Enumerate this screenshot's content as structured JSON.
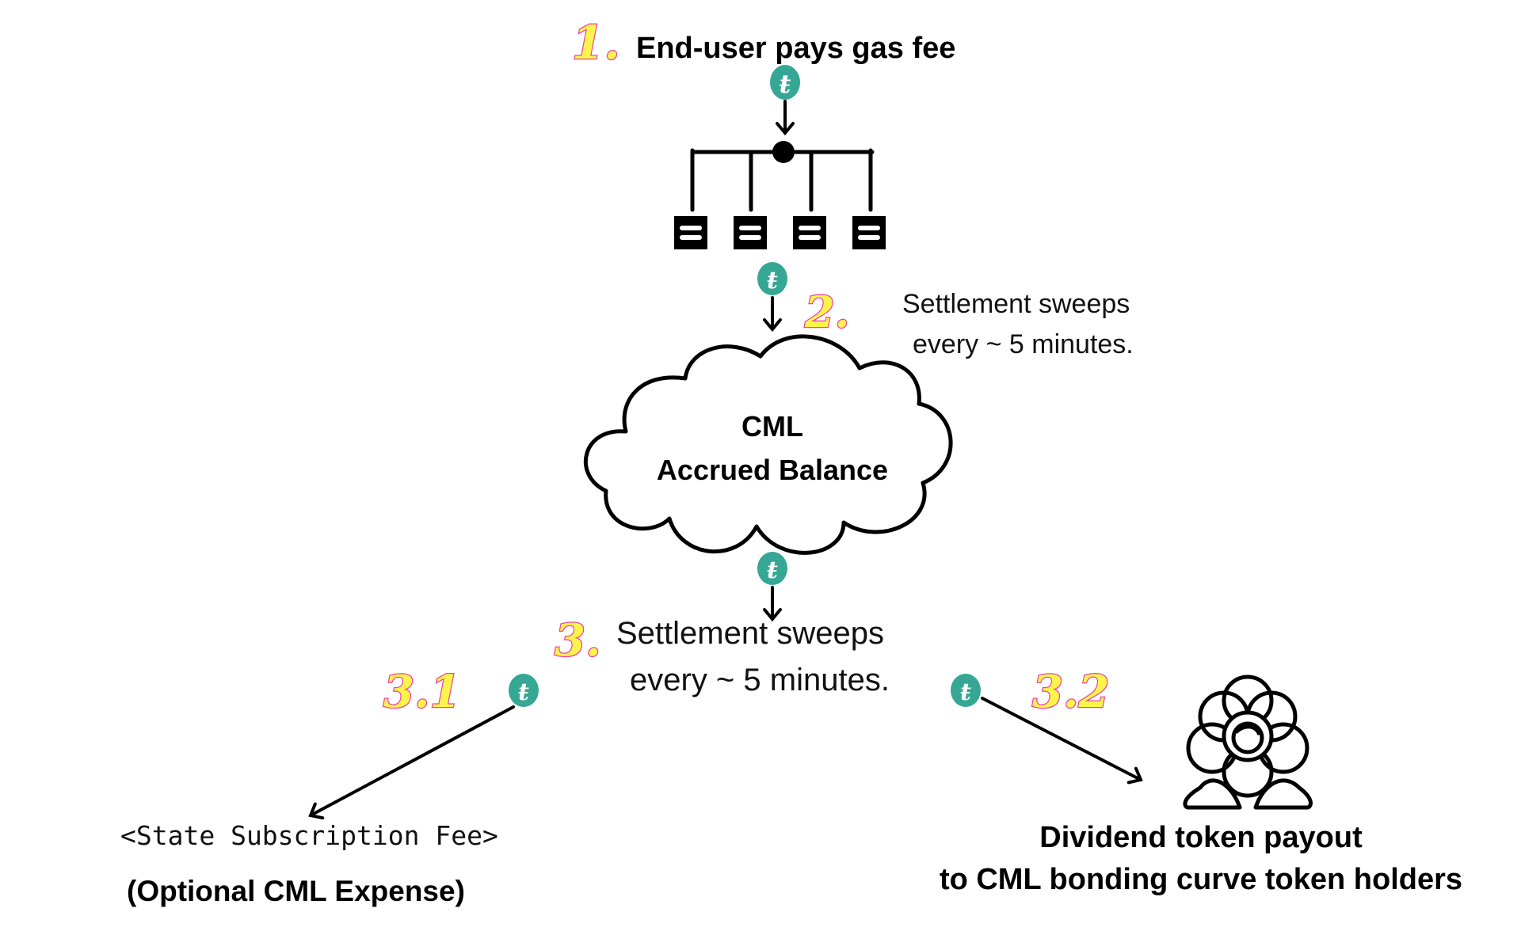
{
  "steps": {
    "step1": {
      "number": "1.",
      "label": "End-user pays gas fee"
    },
    "step2": {
      "number": "2.",
      "line1": "Settlement sweeps",
      "line2": "every ~ 5 minutes."
    },
    "cloud": {
      "line1": "CML",
      "line2": "Accrued Balance"
    },
    "step3": {
      "number": "3.",
      "line1": "Settlement sweeps",
      "line2": "every ~ 5 minutes."
    },
    "step3_1": {
      "number": "3.1",
      "target": "<State Subscription Fee>",
      "note": "(Optional CML Expense)"
    },
    "step3_2": {
      "number": "3.2",
      "line1": "Dividend token payout",
      "line2": "to CML bonding curve token holders"
    }
  },
  "icons": {
    "token": "token-coin-icon",
    "network": "network-servers-icon",
    "cloud": "cloud-icon",
    "flower": "flower-icon",
    "token_glyph": "ŧ"
  },
  "colors": {
    "token": "#35a794",
    "step_fill": "#fbf54a",
    "step_outline": "#f040a8"
  }
}
